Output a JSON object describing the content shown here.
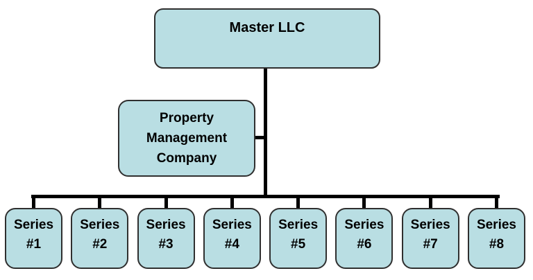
{
  "diagram": {
    "type": "org-chart",
    "master": {
      "label": "Master LLC"
    },
    "pmc": {
      "label": "Property Management Company",
      "lines": [
        "Property",
        "Management",
        "Company"
      ]
    },
    "series": [
      {
        "line1": "Series",
        "line2": "#1"
      },
      {
        "line1": "Series",
        "line2": "#2"
      },
      {
        "line1": "Series",
        "line2": "#3"
      },
      {
        "line1": "Series",
        "line2": "#4"
      },
      {
        "line1": "Series",
        "line2": "#5"
      },
      {
        "line1": "Series",
        "line2": "#6"
      },
      {
        "line1": "Series",
        "line2": "#7"
      },
      {
        "line1": "Series",
        "line2": "#8"
      }
    ],
    "colors": {
      "background": "#ffffff",
      "box_fill": "#b9dee3",
      "box_border": "#2f2f2f",
      "connector": "#000000"
    }
  }
}
